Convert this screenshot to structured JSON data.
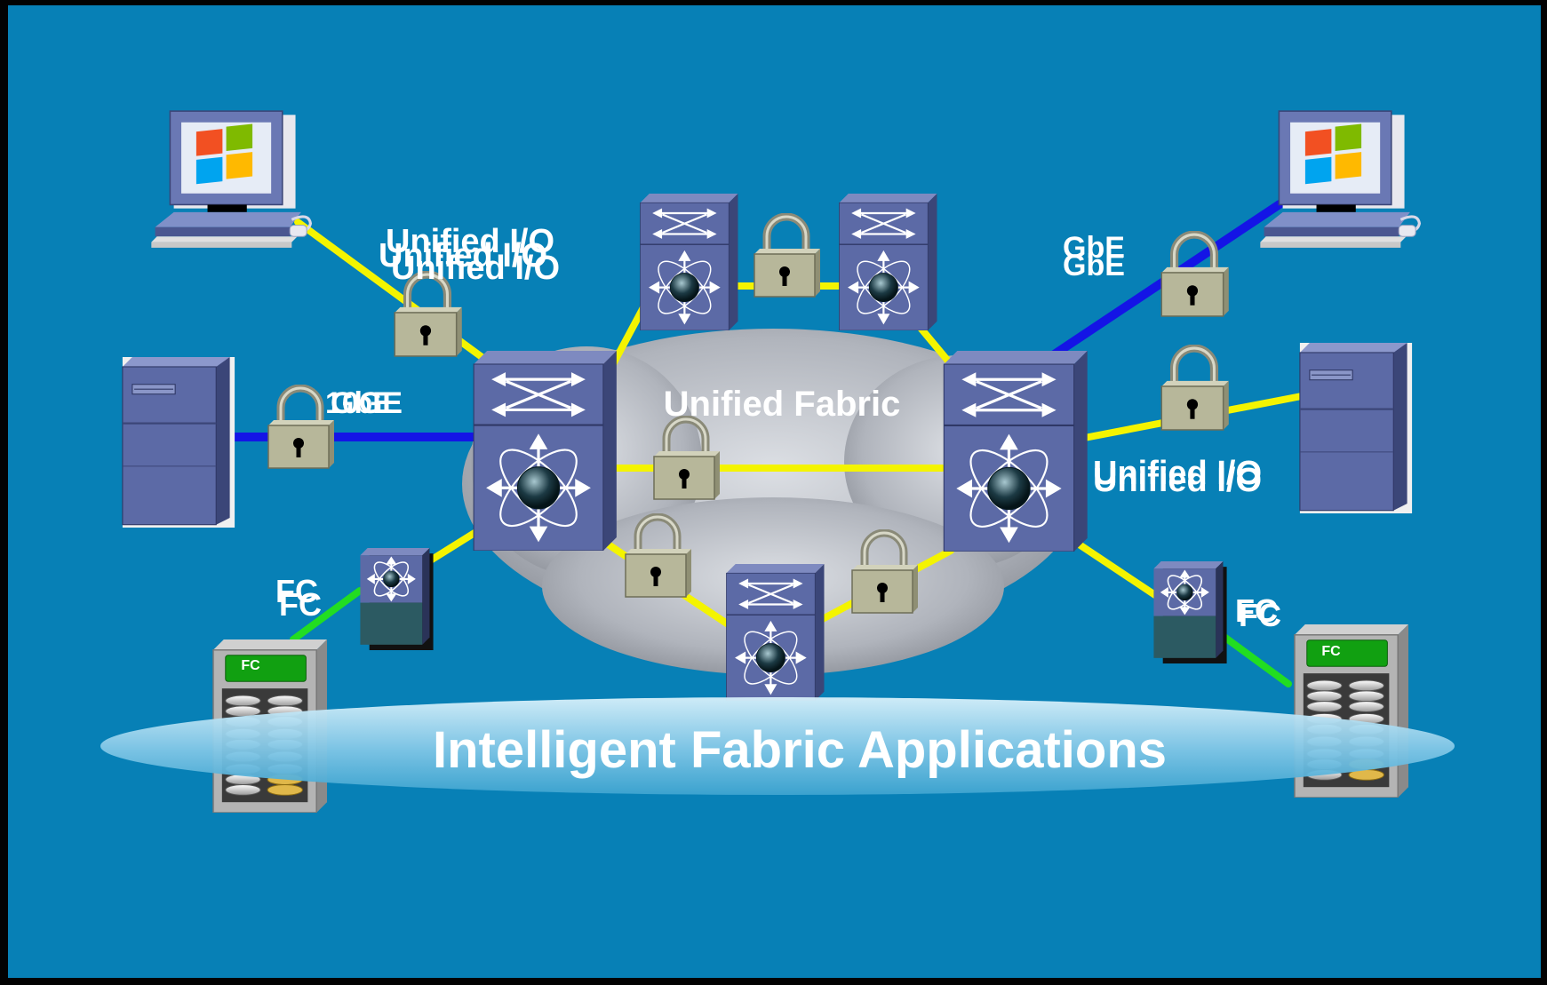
{
  "colors": {
    "background": "#0780B6",
    "frame": "#020202",
    "ethernet_link": "#1414E6",
    "unified_link": "#F4F400",
    "fc_link": "#22DD22",
    "switch_blue": "#5C6AA6",
    "cloud_gray": "#B4B8C0",
    "lock_body": "#B7B79A",
    "storage_label": "#11A011"
  },
  "labels": {
    "unified_fabric": "Unified Fabric",
    "intelligent_apps": "Intelligent Fabric Applications",
    "link_top_left_a": "Unified I/O",
    "link_top_left_b": "Unified I/O",
    "link_top_left_c": "Unified I/O",
    "link_mid_left_a": "GbE",
    "link_mid_left_b": "10GE",
    "link_top_right_a": "GbE",
    "link_top_right_b": "GbE",
    "link_mid_right_a": "Unified I/O",
    "link_mid_right_b": "Unified I/O",
    "link_bottom_left_a": "FC",
    "link_bottom_left_b": "FC",
    "link_bottom_right_a": "FC",
    "link_bottom_right_b": "FC",
    "storage_left_tag": "FC",
    "storage_right_tag": "FC"
  },
  "icons": {
    "workstation": "windows-workstation-icon",
    "server": "tower-server-icon",
    "core_switch": "multilayer-switch-icon",
    "fc_switch": "fibre-channel-switch-icon",
    "storage": "disk-array-icon",
    "lock": "padlock-icon"
  }
}
